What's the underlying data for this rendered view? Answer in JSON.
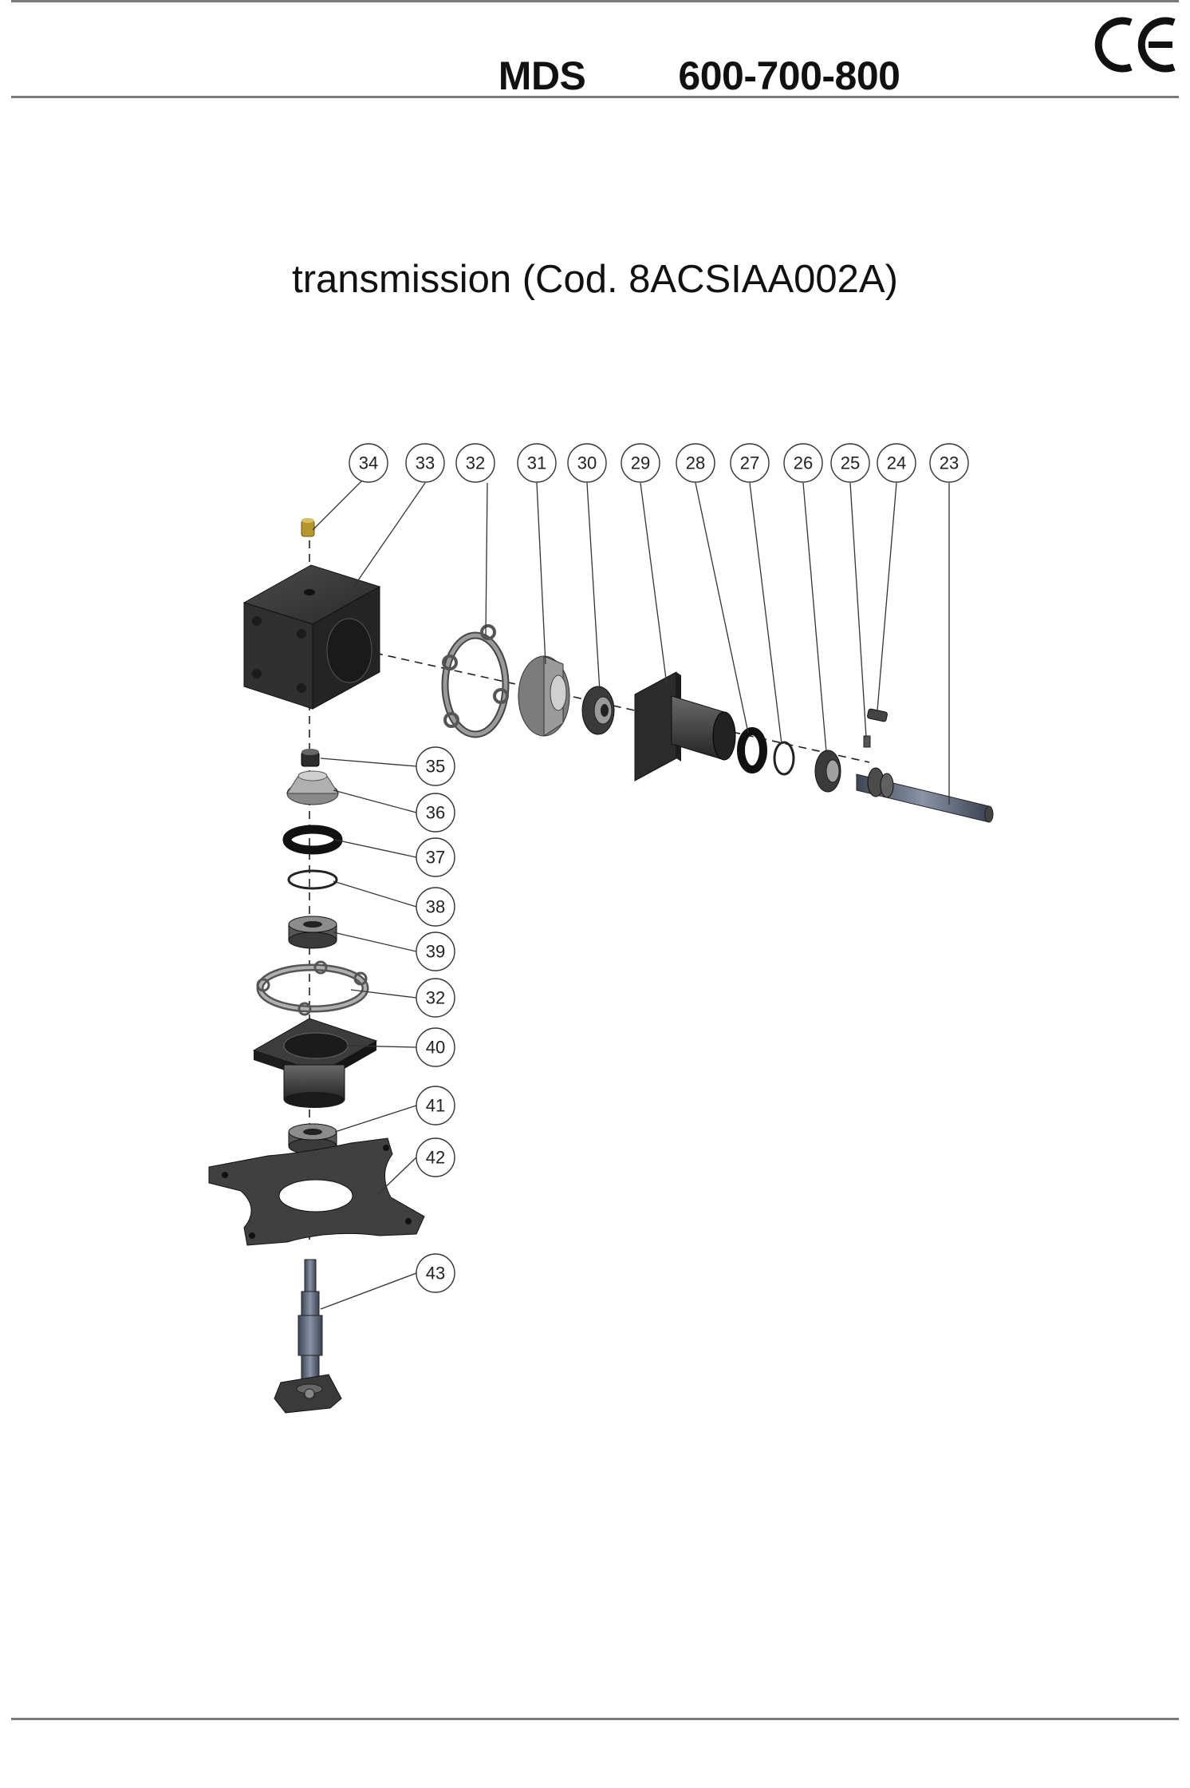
{
  "header": {
    "model": "MDS",
    "sizes": "600-700-800",
    "certification_mark": "CE"
  },
  "document": {
    "title": "transmission (Cod. 8ACSIAA002A)"
  },
  "parts_top_row": [
    "34",
    "33",
    "32",
    "31",
    "30",
    "29",
    "28",
    "27",
    "26",
    "25",
    "24",
    "23"
  ],
  "parts_side_column": [
    "35",
    "36",
    "37",
    "38",
    "39",
    "32",
    "40",
    "41",
    "42",
    "43"
  ],
  "colors": {
    "rule": "#7a7a7a",
    "housing": "#2f2f2f",
    "metal_light": "#a8a8a8",
    "metal_dark": "#4a4a4a",
    "brass": "#b8962e",
    "shaft_blue": "#5a6478"
  }
}
